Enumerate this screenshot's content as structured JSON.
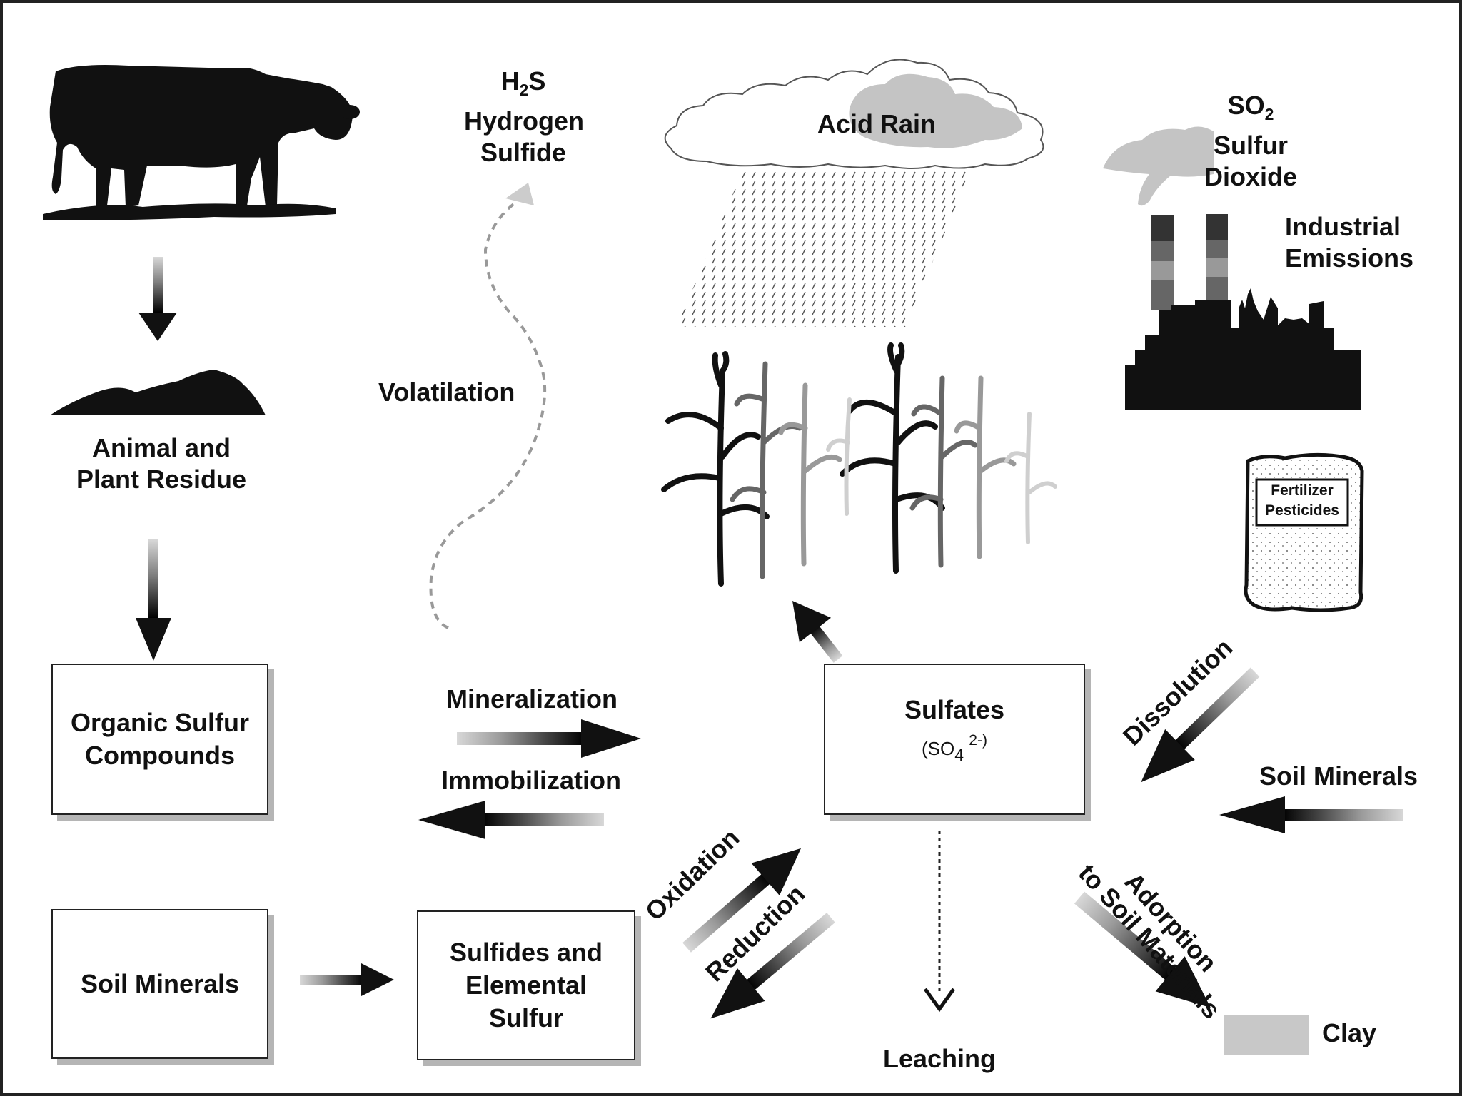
{
  "labels": {
    "h2s_formula": "H",
    "h2s_sub": "2",
    "h2s_tail": "S",
    "h2s_line2": "Hydrogen",
    "h2s_line3": "Sulfide",
    "acid_rain": "Acid Rain",
    "so2_formula": "SO",
    "so2_sub": "2",
    "so2_line2": "Sulfur",
    "so2_line3": "Dioxide",
    "industrial_line1": "Industrial",
    "industrial_line2": "Emissions",
    "residue_line1": "Animal and",
    "residue_line2": "Plant Residue",
    "volatilation": "Volatilation",
    "mineralization": "Mineralization",
    "immobilization": "Immobilization",
    "dissolution": "Dissolution",
    "soil_minerals_right": "Soil Minerals",
    "oxidation": "Oxidation",
    "reduction": "Reduction",
    "leaching": "Leaching",
    "adsorption_line1": "Adorption",
    "adsorption_line2": "to Soil Materials",
    "clay": "Clay",
    "fertilizer_line1": "Fertilizer",
    "fertilizer_line2": "Pesticides"
  },
  "boxes": {
    "organic_line1": "Organic Sulfur",
    "organic_line2": "Compounds",
    "sulfates_line1": "Sulfates",
    "sulfates_formula": "(SO",
    "sulfates_sub": "4",
    "sulfates_sup": "2-)",
    "soil_minerals": "Soil Minerals",
    "sulfides_line1": "Sulfides and",
    "sulfides_line2": "Elemental",
    "sulfides_line3": "Sulfur"
  },
  "colors": {
    "ink": "#111111",
    "cloud_gray": "#bdbdbd",
    "clay_gray": "#c8c8c8",
    "box_shadow": "#b5b5b5"
  },
  "icons": [
    "cow-icon",
    "residue-pile-icon",
    "cloud-icon",
    "rain-icon",
    "smoke-icon",
    "factory-icon",
    "corn-plants-icon",
    "fertilizer-bag-icon"
  ]
}
